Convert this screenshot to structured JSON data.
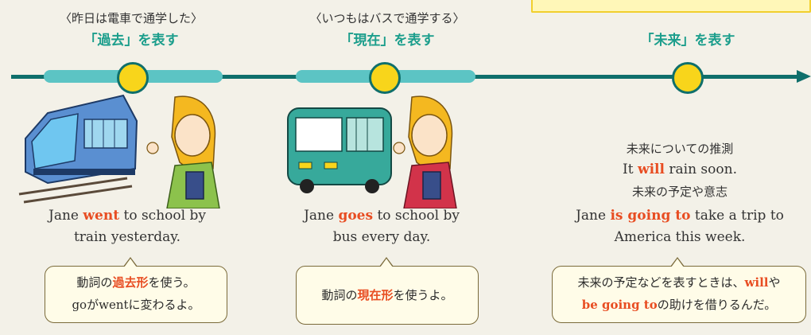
{
  "colors": {
    "teal_dark": "#0f6f6b",
    "teal_light": "#5cc4c4",
    "node_yellow": "#f8d51b",
    "heading": "#1c9e8c",
    "highlight": "#e84d22",
    "background": "#f3f1e8"
  },
  "past": {
    "example": "〈昨日は電車で通学した〉",
    "heading": "「過去」を表す",
    "sentence_a": "Jane ",
    "verb": "went",
    "sentence_b": " to school by",
    "sentence_line2": "train yesterday.",
    "bubble_pre": "動詞の",
    "bubble_hl": "過去形",
    "bubble_post": "を使う。",
    "bubble_l2_a": "go",
    "bubble_l2_b": "が",
    "bubble_l2_c": "went",
    "bubble_l2_d": "に変わるよ。",
    "icon": "train-icon"
  },
  "present": {
    "example": "〈いつもはバスで通学する〉",
    "heading": "「現在」を表す",
    "sentence_a": "Jane ",
    "verb": "goes",
    "sentence_b": " to school by",
    "sentence_line2": "bus every day.",
    "bubble_pre": "動詞の",
    "bubble_hl": "現在形",
    "bubble_post": "を使うよ。",
    "icon": "bus-icon"
  },
  "future": {
    "heading": "「未来」を表す",
    "label_guess": "未来についての推測",
    "s1_a": "It ",
    "s1_hl": "will",
    "s1_b": " rain soon.",
    "label_plan": "未来の予定や意志",
    "s2_a": "Jane ",
    "s2_hl": "is going to",
    "s2_b": " take a trip to",
    "s2_line2": "America this week.",
    "bubble_l1_a": "未来の予定などを表すときは、",
    "bubble_l1_hl": "will",
    "bubble_l1_b": "や",
    "bubble_l2_hl": "be going to",
    "bubble_l2_b": "の助けを借りるんだ。"
  }
}
